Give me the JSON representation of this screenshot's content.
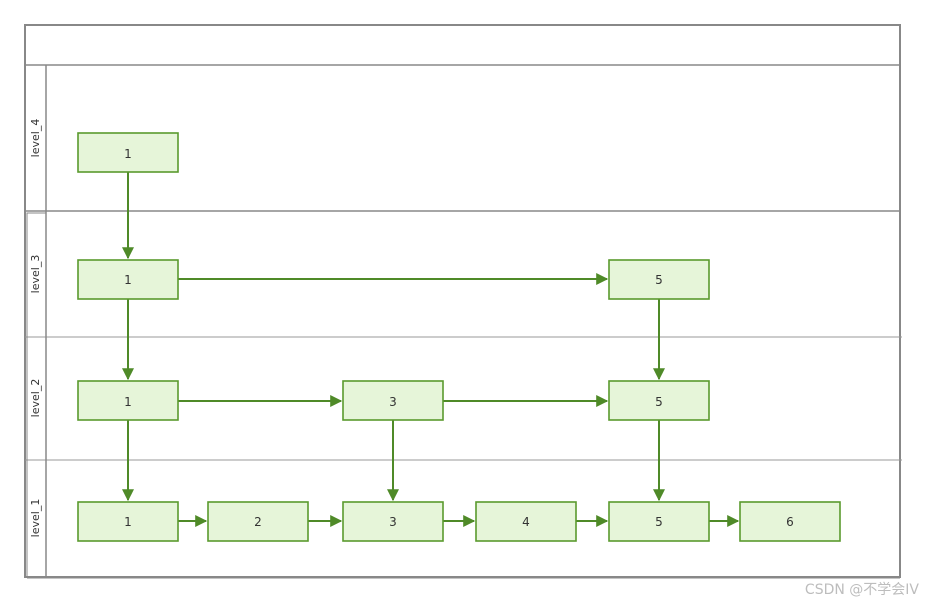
{
  "diagram": {
    "lanes": [
      {
        "id": "l4",
        "label": "level_4"
      },
      {
        "id": "l3",
        "label": "level_3"
      },
      {
        "id": "l2",
        "label": "level_2"
      },
      {
        "id": "l1",
        "label": "level_1"
      }
    ],
    "nodes": [
      {
        "id": "n4_1",
        "label": "1"
      },
      {
        "id": "n3_1",
        "label": "1"
      },
      {
        "id": "n3_5",
        "label": "5"
      },
      {
        "id": "n2_1",
        "label": "1"
      },
      {
        "id": "n2_3",
        "label": "3"
      },
      {
        "id": "n2_5",
        "label": "5"
      },
      {
        "id": "n1_1",
        "label": "1"
      },
      {
        "id": "n1_2",
        "label": "2"
      },
      {
        "id": "n1_3",
        "label": "3"
      },
      {
        "id": "n1_4",
        "label": "4"
      },
      {
        "id": "n1_5",
        "label": "5"
      },
      {
        "id": "n1_6",
        "label": "6"
      }
    ],
    "edges": [
      [
        "n4_1",
        "n3_1"
      ],
      [
        "n3_1",
        "n2_1"
      ],
      [
        "n2_1",
        "n1_1"
      ],
      [
        "n3_1",
        "n3_5"
      ],
      [
        "n3_5",
        "n2_5"
      ],
      [
        "n2_5",
        "n1_5"
      ],
      [
        "n2_1",
        "n2_3"
      ],
      [
        "n2_3",
        "n2_5"
      ],
      [
        "n2_3",
        "n1_3"
      ],
      [
        "n1_1",
        "n1_2"
      ],
      [
        "n1_2",
        "n1_3"
      ],
      [
        "n1_3",
        "n1_4"
      ],
      [
        "n1_4",
        "n1_5"
      ],
      [
        "n1_5",
        "n1_6"
      ]
    ]
  },
  "watermark": "CSDN @不学会IV"
}
